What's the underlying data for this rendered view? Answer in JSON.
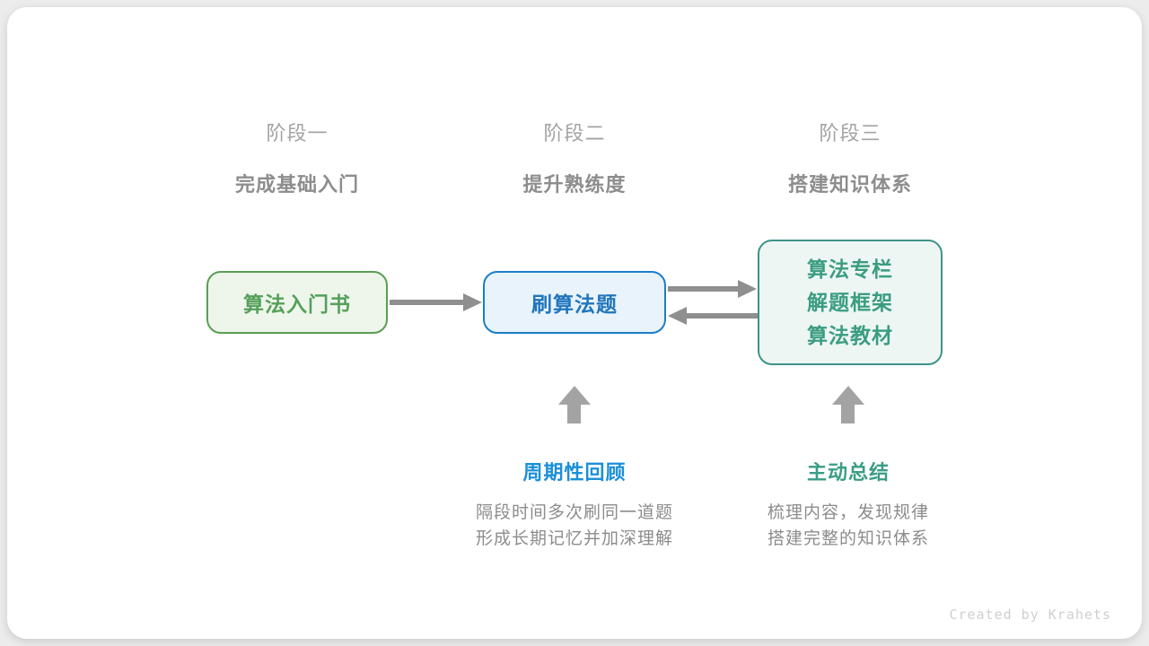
{
  "colors": {
    "green_accent": "#55a059",
    "green_border": "#5a9e52",
    "green_bg": "#eef6ec",
    "blue_accent": "#2176bd",
    "blue_border": "#1b7ec8",
    "blue_bg": "#e9f3fb",
    "teal_accent": "#3a9d80",
    "teal_border": "#3d9488",
    "teal_bg": "#eef6f4",
    "arrow_gray": "#8f8f8f",
    "label_blue": "#1b8fd8",
    "label_teal": "#3a9d85",
    "text_gray": "#8d8d8d"
  },
  "stages": [
    {
      "label": "阶段一",
      "subtitle": "完成基础入门"
    },
    {
      "label": "阶段二",
      "subtitle": "提升熟练度"
    },
    {
      "label": "阶段三",
      "subtitle": "搭建知识体系"
    }
  ],
  "nodes": {
    "intro_book": {
      "label": "算法入门书"
    },
    "practice": {
      "label": "刷算法题"
    },
    "resources": {
      "lines": [
        "算法专栏",
        "解题框架",
        "算法教材"
      ]
    }
  },
  "annotations": {
    "periodic_review": {
      "title": "周期性回顾",
      "desc_lines": [
        "隔段时间多次刷同一道题",
        "形成长期记忆并加深理解"
      ]
    },
    "active_summary": {
      "title": "主动总结",
      "desc_lines": [
        "梳理内容，发现规律",
        "搭建完整的知识体系"
      ]
    }
  },
  "footer": {
    "credit": "Created by Krahets"
  }
}
